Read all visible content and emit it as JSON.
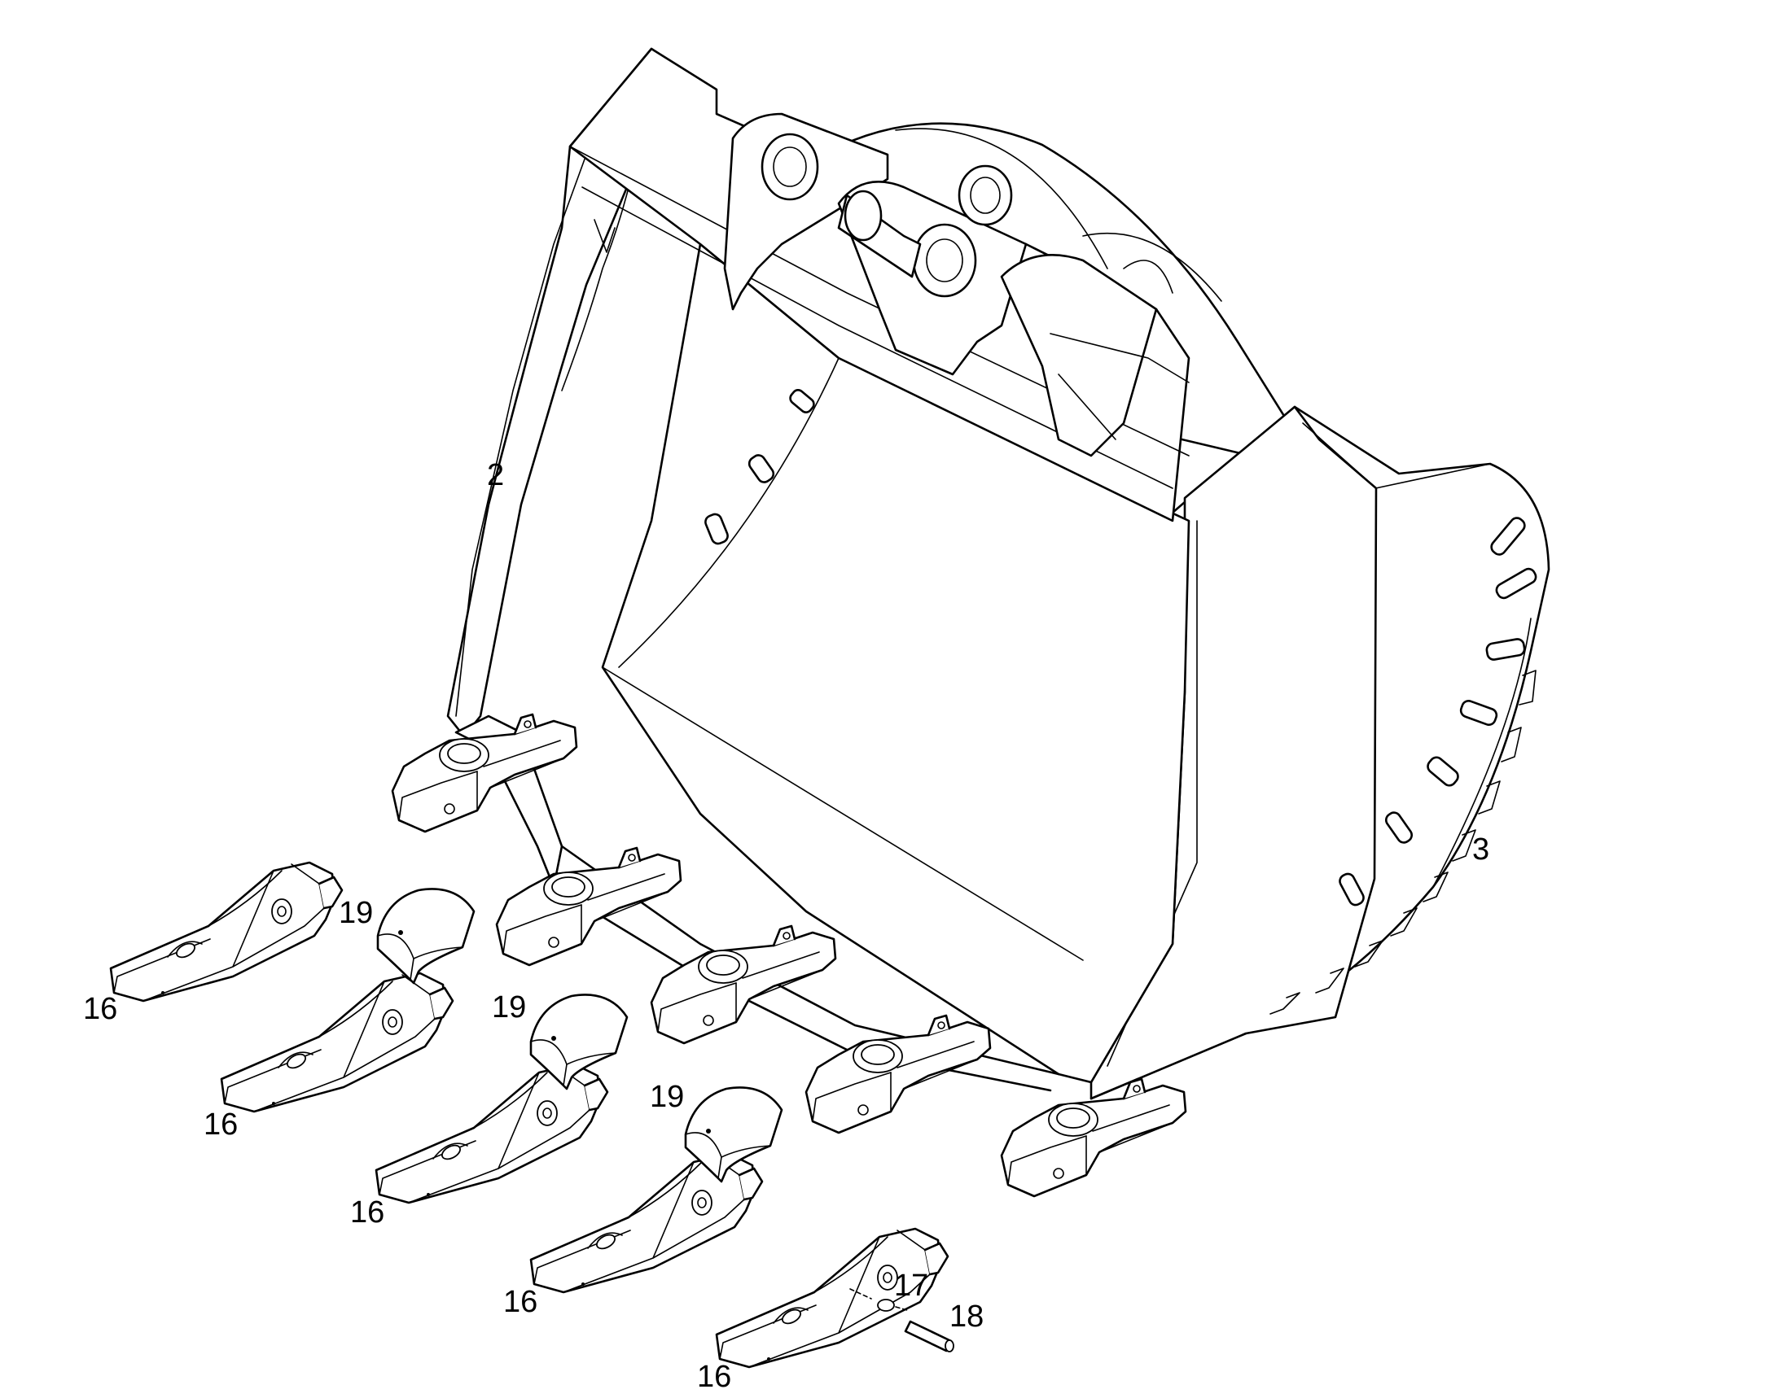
{
  "diagram": {
    "callouts": [
      {
        "id": "c-2",
        "text": "2"
      },
      {
        "id": "c-3",
        "text": "3"
      },
      {
        "id": "c-16a",
        "text": "16"
      },
      {
        "id": "c-16b",
        "text": "16"
      },
      {
        "id": "c-16c",
        "text": "16"
      },
      {
        "id": "c-16d",
        "text": "16"
      },
      {
        "id": "c-16e",
        "text": "16"
      },
      {
        "id": "c-17",
        "text": "17"
      },
      {
        "id": "c-18",
        "text": "18"
      },
      {
        "id": "c-19a",
        "text": "19"
      },
      {
        "id": "c-19b",
        "text": "19"
      },
      {
        "id": "c-19c",
        "text": "19"
      }
    ]
  }
}
